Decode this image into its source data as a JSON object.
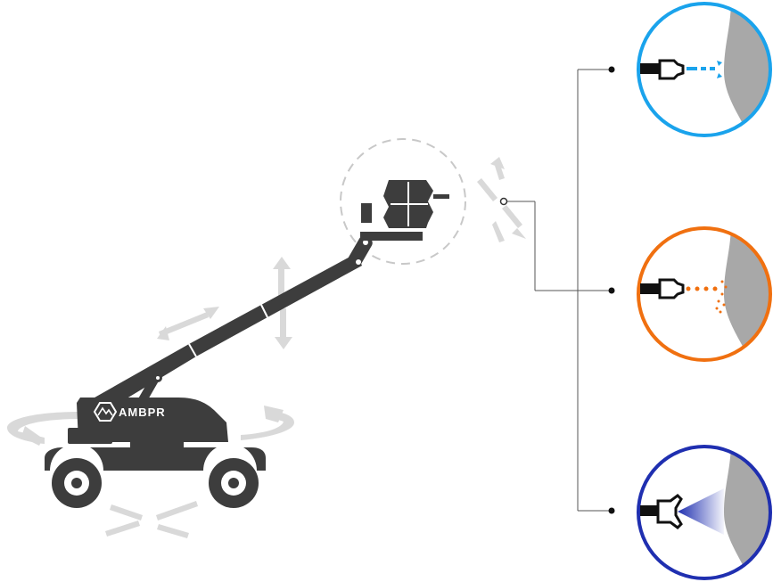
{
  "brand": {
    "name": "AMBPR",
    "logo_icon": "mountain-logo-icon"
  },
  "colors": {
    "body": "#3d3d3d",
    "motion_arrows": "#d9d9d9",
    "wall": "#a8a8a8",
    "dashed_circle": "#c8c8c8",
    "connector": "#555555",
    "water_jet": "#1aa3ec",
    "abrasive_spray": "#f07010",
    "paint_spray": "#1f2fb0"
  },
  "nozzles": [
    {
      "id": "water-jet",
      "icon": "water-jet-nozzle-icon",
      "color": "#1aa3ec"
    },
    {
      "id": "abrasive-blast",
      "icon": "abrasive-blast-nozzle-icon",
      "color": "#f07010"
    },
    {
      "id": "paint-spray",
      "icon": "paint-spray-nozzle-icon",
      "color": "#1f2fb0"
    }
  ],
  "icons": {
    "machine": "boom-lift-icon",
    "end_effector": "tool-head-icon",
    "rotation": "rotate-arrow-icon",
    "translation": "move-arrow-icon"
  }
}
